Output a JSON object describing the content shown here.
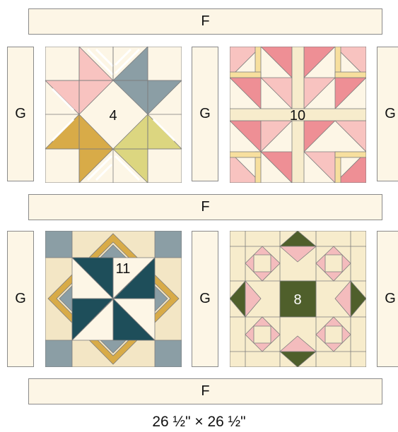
{
  "sashing": {
    "f_label": "F",
    "g_label": "G"
  },
  "blocks": [
    {
      "name": "star-block",
      "number": "4"
    },
    {
      "name": "pink-pinwheel-block",
      "number": "10"
    },
    {
      "name": "navy-pinwheel-block",
      "number": "11"
    },
    {
      "name": "green-flower-block",
      "number": "8"
    }
  ],
  "caption": "26 ½\" × 26 ½\"",
  "palette": {
    "cream": "#fdf6e6",
    "pink": "#f8c3c0",
    "salmon": "#ee8f95",
    "blue_gray": "#8b9ea5",
    "gold": "#d8ab48",
    "lime": "#dcd680",
    "yellow": "#f7df9e",
    "navy": "#1e4e5a",
    "tan": "#f3e6c5",
    "green": "#4f5f2b",
    "light_pink": "#f4bcbd"
  }
}
